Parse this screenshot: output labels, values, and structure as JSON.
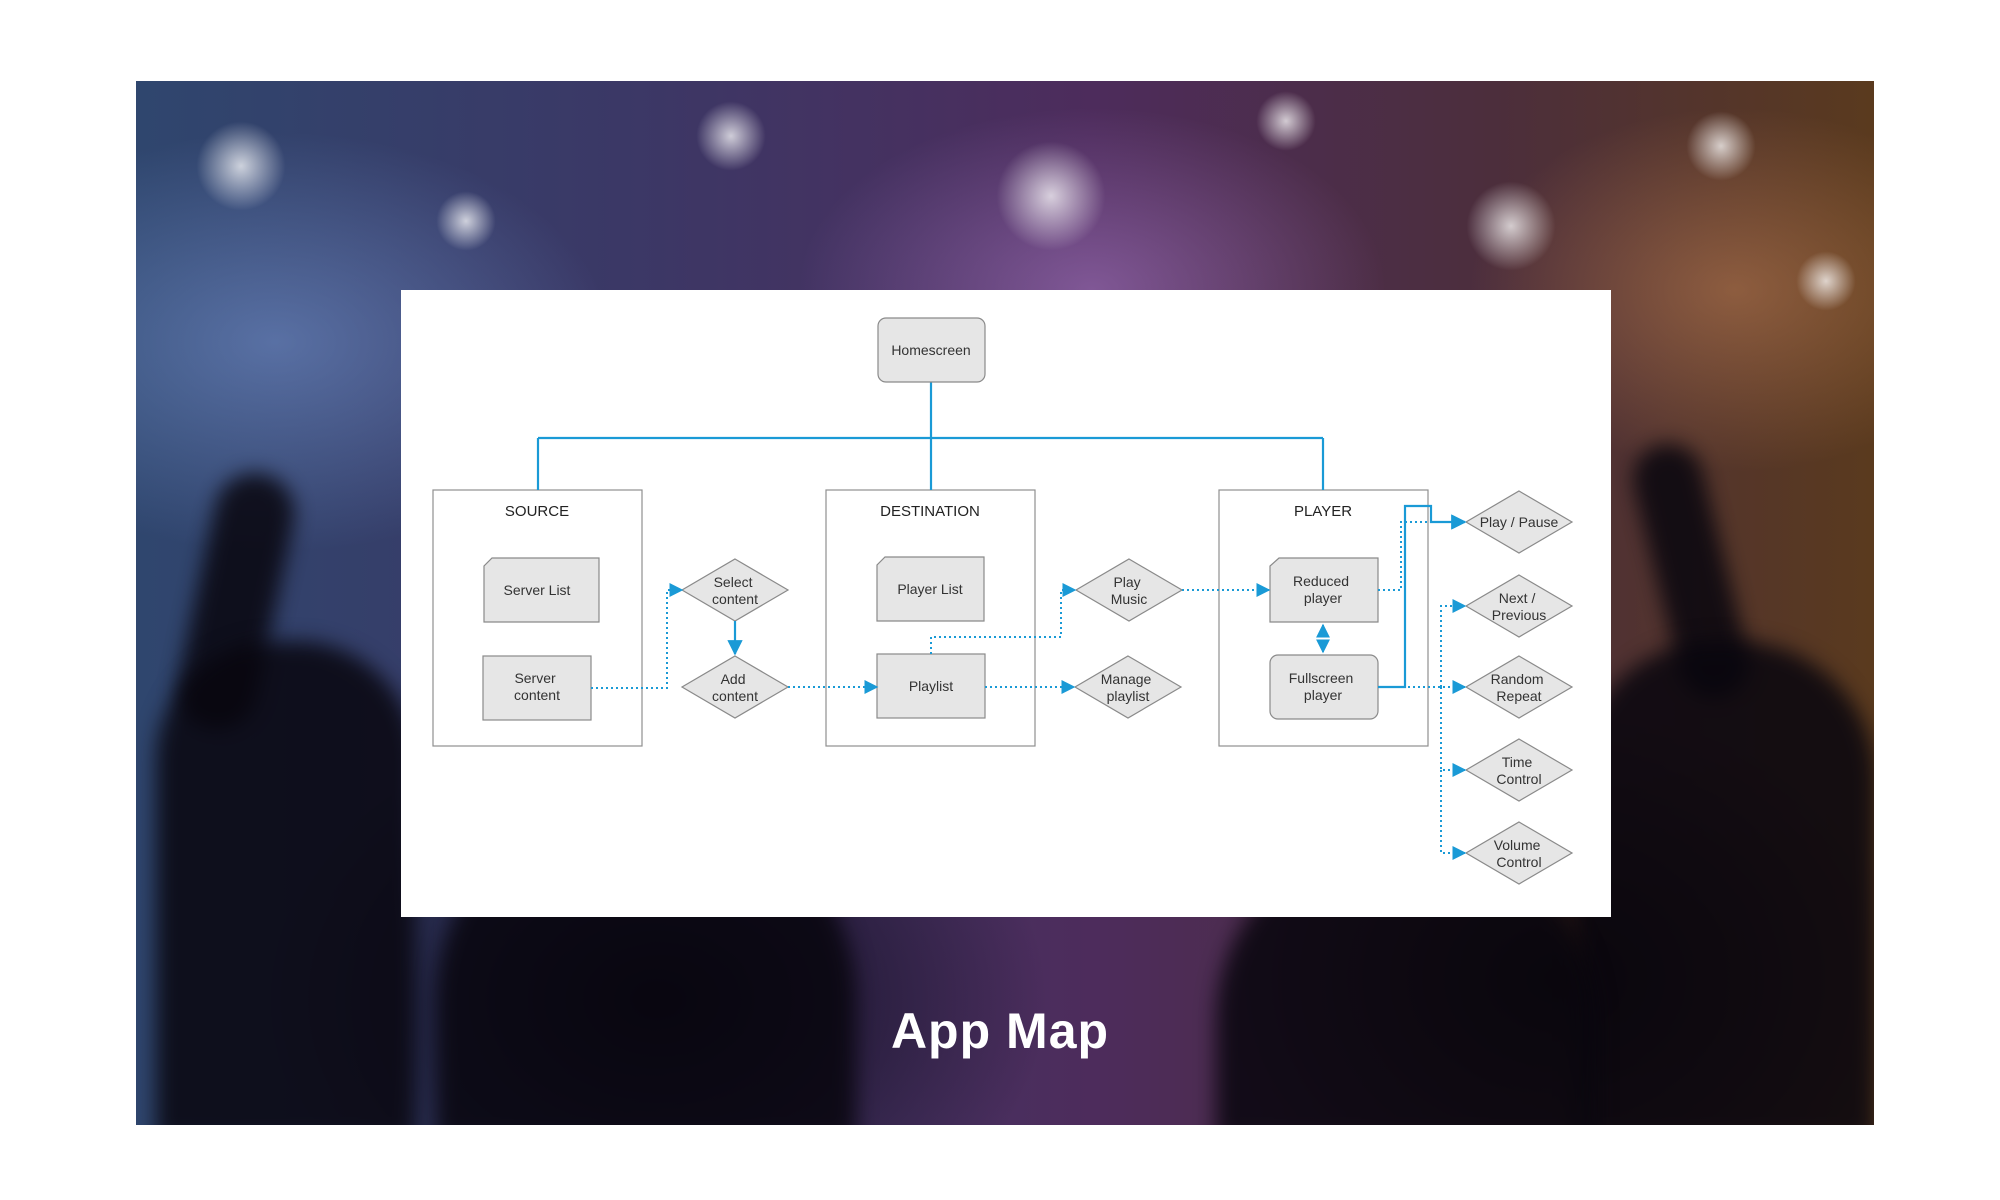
{
  "page_title": "App Map",
  "colors": {
    "connector": "#1a9ad6",
    "node_fill": "#e6e6e6",
    "node_stroke": "#8a8a8a",
    "title_text": "#ffffff"
  },
  "diagram": {
    "root": {
      "label": "Homescreen"
    },
    "groups": [
      {
        "id": "source",
        "title": "SOURCE",
        "nodes": [
          "Server List",
          "Server content"
        ]
      },
      {
        "id": "destination",
        "title": "DESTINATION",
        "nodes": [
          "Player List",
          "Playlist"
        ]
      },
      {
        "id": "player",
        "title": "PLAYER",
        "nodes": [
          "Reduced player",
          "Fullscreen player"
        ]
      }
    ],
    "actions": {
      "select_content": [
        "Select",
        "content"
      ],
      "add_content": [
        "Add",
        "content"
      ],
      "play_music": [
        "Play",
        "Music"
      ],
      "manage_playlist": [
        "Manage",
        "playlist"
      ],
      "play_pause": [
        "Play / Pause"
      ],
      "next_previous": [
        "Next /",
        "Previous"
      ],
      "random_repeat": [
        "Random",
        "Repeat"
      ],
      "time_control": [
        "Time",
        "Control"
      ],
      "volume_control": [
        "Volume",
        "Control"
      ]
    },
    "node_labels": {
      "server_list": [
        "Server List"
      ],
      "server_content": [
        "Server",
        "content"
      ],
      "player_list": [
        "Player List"
      ],
      "playlist": [
        "Playlist"
      ],
      "reduced_player": [
        "Reduced",
        "player"
      ],
      "fullscreen_player": [
        "Fullscreen",
        "player"
      ]
    },
    "edges": [
      {
        "from": "Homescreen",
        "to": "SOURCE",
        "style": "solid"
      },
      {
        "from": "Homescreen",
        "to": "DESTINATION",
        "style": "solid"
      },
      {
        "from": "Homescreen",
        "to": "PLAYER",
        "style": "solid"
      },
      {
        "from": "Server content",
        "to": "Select content",
        "style": "dotted"
      },
      {
        "from": "Select content",
        "to": "Add content",
        "style": "solid"
      },
      {
        "from": "Add content",
        "to": "Playlist",
        "style": "dotted"
      },
      {
        "from": "Playlist",
        "to": "Play Music",
        "style": "dotted"
      },
      {
        "from": "Playlist",
        "to": "Manage playlist",
        "style": "dotted"
      },
      {
        "from": "Play Music",
        "to": "Reduced player",
        "style": "dotted"
      },
      {
        "from": "Reduced player",
        "to": "Fullscreen player",
        "style": "dotted-bidirectional"
      },
      {
        "from": "Reduced player",
        "to": "Play / Pause",
        "style": "dotted"
      },
      {
        "from": "Fullscreen player",
        "to": "Play / Pause",
        "style": "solid"
      },
      {
        "from": "Fullscreen player",
        "to": "Next / Previous",
        "style": "dotted"
      },
      {
        "from": "Fullscreen player",
        "to": "Random Repeat",
        "style": "dotted"
      },
      {
        "from": "Fullscreen player",
        "to": "Time Control",
        "style": "dotted"
      },
      {
        "from": "Fullscreen player",
        "to": "Volume Control",
        "style": "dotted"
      }
    ]
  }
}
